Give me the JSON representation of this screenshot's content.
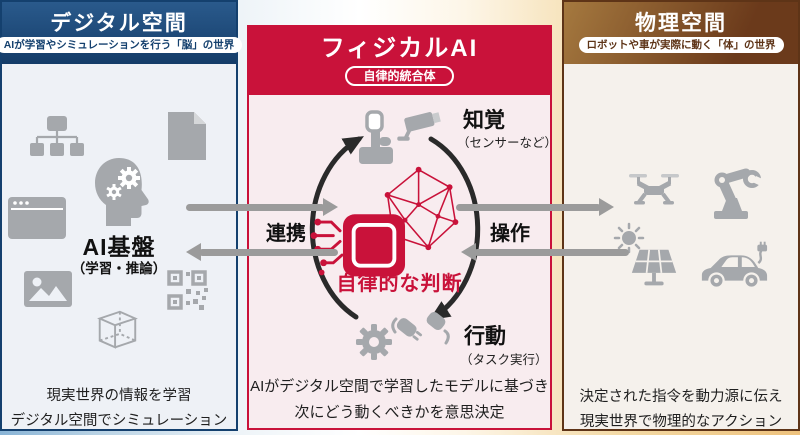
{
  "page": {
    "bg_left_color": "#89b4d6",
    "bg_right_color": "#eec27d"
  },
  "digital_panel": {
    "title": "デジタル空間",
    "tagline": "AIが学習やシミュレーションを行う「脳」の世界",
    "core_label": "AI基盤",
    "core_sublabel": "（学習・推論）",
    "caption_line1": "現実世界の情報を学習",
    "caption_line2": "デジタル空間でシミュレーション",
    "header_color": "#1a4775",
    "icons": [
      "sitemap-icon",
      "document-icon",
      "ai-brain-head-icon",
      "browser-icon",
      "image-icon",
      "qr-code-icon",
      "cube-icon"
    ]
  },
  "ai_panel": {
    "title": "フィジカルAI",
    "tagline": "自律的統合体",
    "perception_label": "知覚",
    "perception_sublabel": "（センサーなど）",
    "cooperation_label": "連携",
    "operation_label": "操作",
    "action_label": "行動",
    "action_sublabel": "（タスク実行）",
    "judgment_label": "自律的な判断",
    "caption_line1": "AIがデジタル空間で学習したモデルに基づき",
    "caption_line2": "次にどう動くべきかを意思決定",
    "accent_color": "#c9123a",
    "cycle_color": "#2a2a2a",
    "icons": [
      "joystick-icon",
      "cctv-camera-icon",
      "ai-chip-network-icon",
      "gear-icon",
      "plug-icon"
    ]
  },
  "physical_panel": {
    "title": "物理空間",
    "tagline": "ロボットや車が実際に動く「体」の世界",
    "caption_line1": "決定された指令を動力源に伝え",
    "caption_line2": "現実世界で物理的なアクション",
    "header_gradient_from": "#a5793f",
    "header_gradient_to": "#6b3a1b",
    "icons": [
      "drone-icon",
      "robot-arm-icon",
      "sun-icon",
      "solar-panel-icon",
      "electric-car-icon"
    ]
  },
  "arrows": {
    "color": "#9b9b9b",
    "digital_to_ai": "right",
    "ai_to_digital": "left",
    "ai_to_physical": "right",
    "physical_to_ai": "left"
  }
}
